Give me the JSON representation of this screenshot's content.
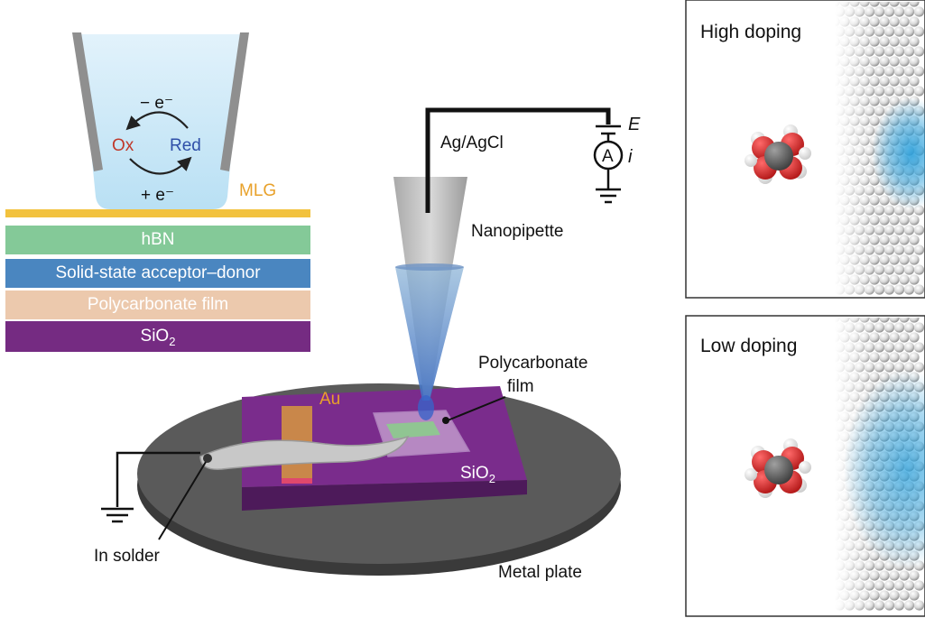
{
  "colors": {
    "ox": "#c0392b",
    "red": "#2f4fa8",
    "mlg_text": "#e8a12a",
    "mlg_bar": "#f2c23e",
    "hbn": "#84c998",
    "acceptor_donor": "#4a86c0",
    "polycarbonate": "#ecc9ad",
    "sio2": "#752b82",
    "au_text": "#e8a12a",
    "plate": "#505050",
    "charge_cloud": "#2aa0dc"
  },
  "reaction": {
    "minus_e": "− e⁻",
    "ox": "Ox",
    "red": "Red",
    "plus_e": "+ e⁻"
  },
  "stack": {
    "mlg": "MLG",
    "hbn": "hBN",
    "acceptor_donor": "Solid-state acceptor–donor",
    "polycarbonate": "Polycarbonate film",
    "sio2": "SiO",
    "sio2_sub": "2"
  },
  "circuit": {
    "electrode": "Ag/AgCl",
    "potential": "E",
    "ammeter": "A",
    "current": "i"
  },
  "setup": {
    "nanopipette": "Nanopipette",
    "polycarbonate_line1": "Polycarbonate",
    "polycarbonate_line2": "film",
    "au": "Au",
    "sio2": "SiO",
    "sio2_sub": "2",
    "in_solder": "In solder",
    "metal_plate": "Metal plate"
  },
  "panels": {
    "high": "High doping",
    "low": "Low doping"
  }
}
